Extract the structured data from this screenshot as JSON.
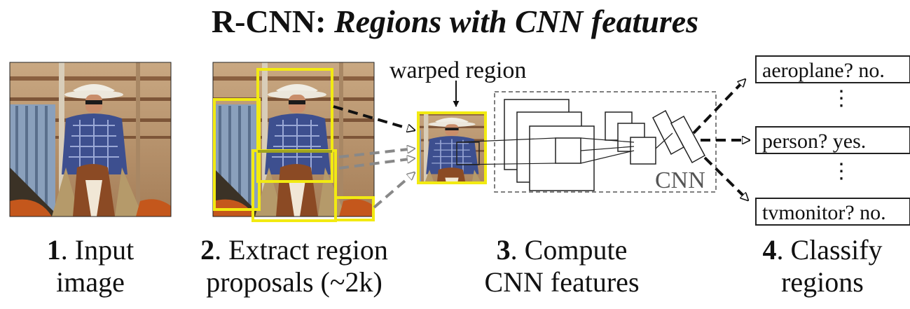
{
  "title": {
    "bold": "R-CNN:",
    "italic": "Regions with CNN features"
  },
  "warped_label": "warped region",
  "cnn_label": "CNN",
  "stages": [
    {
      "num": "1",
      "line1": ". Input",
      "line2": "image"
    },
    {
      "num": "2",
      "line1": ". Extract region",
      "line2": "proposals (~2k)"
    },
    {
      "num": "3",
      "line1": ". Compute",
      "line2": "CNN features"
    },
    {
      "num": "4",
      "line1": ". Classify",
      "line2": "regions"
    }
  ],
  "classes": [
    "aeroplane? no.",
    "person? yes.",
    "tvmonitor? no."
  ],
  "colors": {
    "proposal_box": "#f2ea12",
    "arrow": "#111111",
    "faded_arrow": "#888888"
  }
}
